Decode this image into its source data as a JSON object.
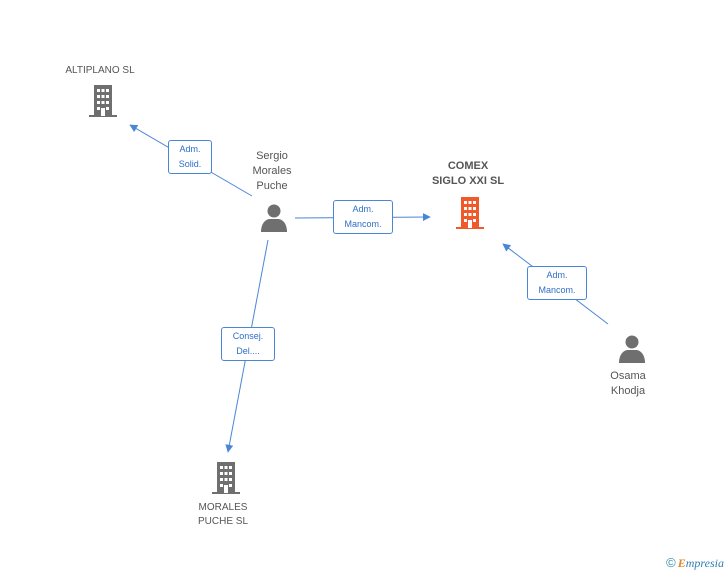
{
  "nodes": {
    "altiplano": {
      "lines": [
        "ALTIPLANO SL"
      ],
      "icon": "building-icon",
      "color": "#6f6f6f"
    },
    "sergio": {
      "lines": [
        "Sergio",
        "Morales",
        "Puche"
      ],
      "icon": "person-icon",
      "color": "#6f6f6f"
    },
    "comex": {
      "lines": [
        "COMEX",
        "SIGLO XXI SL"
      ],
      "icon": "building-icon",
      "color": "#f05a2a"
    },
    "osama": {
      "lines": [
        "Osama",
        "Khodja"
      ],
      "icon": "person-icon",
      "color": "#6f6f6f"
    },
    "morales": {
      "lines": [
        "MORALES",
        "PUCHE SL"
      ],
      "icon": "building-icon",
      "color": "#6f6f6f"
    }
  },
  "edges": {
    "sergio_altiplano": {
      "lines": [
        "Adm.",
        "Solid."
      ]
    },
    "sergio_comex": {
      "lines": [
        "Adm.",
        "Mancom."
      ]
    },
    "osama_comex": {
      "lines": [
        "Adm.",
        "Mancom."
      ]
    },
    "sergio_morales": {
      "lines": [
        "Consej.",
        "Del...."
      ]
    }
  },
  "edge_color": "#4a86d8",
  "brand": {
    "copyright": "©",
    "initial": "E",
    "name": "mpresia"
  }
}
